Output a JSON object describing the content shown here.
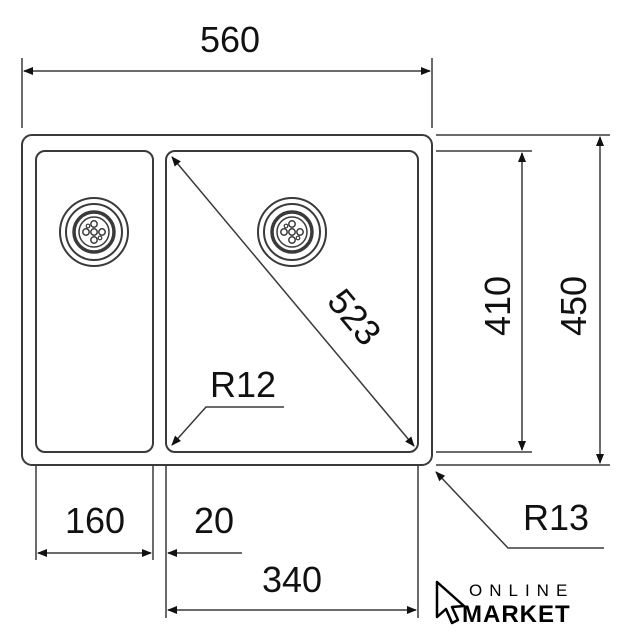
{
  "dimensions": {
    "overall_width": "560",
    "small_bowl_width": "160",
    "gap": "20",
    "large_bowl_width": "340",
    "overall_depth": "450",
    "bowl_depth": "410",
    "diagonal": "523",
    "inner_radius": "R12",
    "outer_radius": "R13"
  },
  "logo": {
    "line1": "ONLINE",
    "line2": "MARKET"
  },
  "colors": {
    "line": "#3a3a3a",
    "text": "#111111"
  }
}
